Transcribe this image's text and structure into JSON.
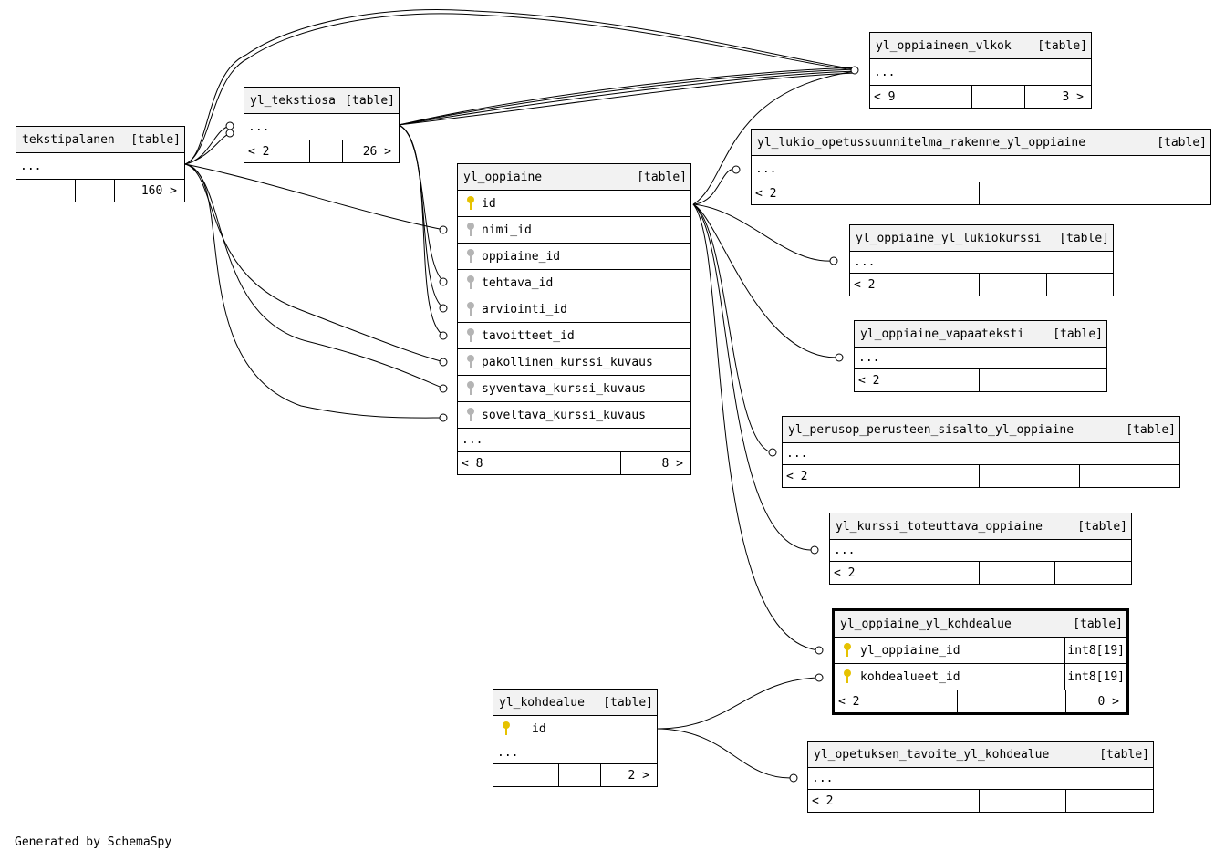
{
  "tables": {
    "tekstipalanen": {
      "name": "tekstipalanen",
      "tag": "[table]",
      "ellipsis": "...",
      "foot": [
        "",
        "",
        "160 >"
      ]
    },
    "yl_tekstiosa": {
      "name": "yl_tekstiosa",
      "tag": "[table]",
      "ellipsis": "...",
      "foot": [
        "< 2",
        "",
        "26 >"
      ]
    },
    "yl_oppiaineen_vlkok": {
      "name": "yl_oppiaineen_vlkok",
      "tag": "[table]",
      "ellipsis": "...",
      "foot": [
        "< 9",
        "",
        "3 >"
      ]
    },
    "yl_lukio": {
      "name": "yl_lukio_opetussuunnitelma_rakenne_yl_oppiaine",
      "tag": "[table]",
      "ellipsis": "...",
      "foot": [
        "< 2",
        "",
        ""
      ]
    },
    "yl_oppiaine": {
      "name": "yl_oppiaine",
      "tag": "[table]",
      "columns": [
        "id",
        "nimi_id",
        "oppiaine_id",
        "tehtava_id",
        "arviointi_id",
        "tavoitteet_id",
        "pakollinen_kurssi_kuvaus",
        "syventava_kurssi_kuvaus",
        "soveltava_kurssi_kuvaus"
      ],
      "ellipsis": "...",
      "foot": [
        "< 8",
        "",
        "8 >"
      ]
    },
    "yl_oppiaine_yl_lukiokurssi": {
      "name": "yl_oppiaine_yl_lukiokurssi",
      "tag": "[table]",
      "ellipsis": "...",
      "foot": [
        "< 2",
        "",
        ""
      ]
    },
    "yl_oppiaine_vapaateksti": {
      "name": "yl_oppiaine_vapaateksti",
      "tag": "[table]",
      "ellipsis": "...",
      "foot": [
        "< 2",
        "",
        ""
      ]
    },
    "yl_perusop": {
      "name": "yl_perusop_perusteen_sisalto_yl_oppiaine",
      "tag": "[table]",
      "ellipsis": "...",
      "foot": [
        "< 2",
        "",
        ""
      ]
    },
    "yl_kurssi_toteuttava_oppiaine": {
      "name": "yl_kurssi_toteuttava_oppiaine",
      "tag": "[table]",
      "ellipsis": "...",
      "foot": [
        "< 2",
        "",
        ""
      ]
    },
    "yl_oppiaine_yl_kohdealue": {
      "name": "yl_oppiaine_yl_kohdealue",
      "tag": "[table]",
      "columns": [
        "yl_oppiaine_id",
        "kohdealueet_id"
      ],
      "types": [
        "int8[19]",
        "int8[19]"
      ],
      "foot": [
        "< 2",
        "",
        "0 >"
      ]
    },
    "yl_kohdealue": {
      "name": "yl_kohdealue",
      "tag": "[table]",
      "columns": [
        "id"
      ],
      "ellipsis": "...",
      "foot": [
        "",
        "",
        "2 >"
      ]
    },
    "yl_opetuksen_tavoite_yl_kohdealue": {
      "name": "yl_opetuksen_tavoite_yl_kohdealue",
      "tag": "[table]",
      "ellipsis": "...",
      "foot": [
        "< 2",
        "",
        ""
      ]
    }
  },
  "footer": "Generated by SchemaSpy"
}
